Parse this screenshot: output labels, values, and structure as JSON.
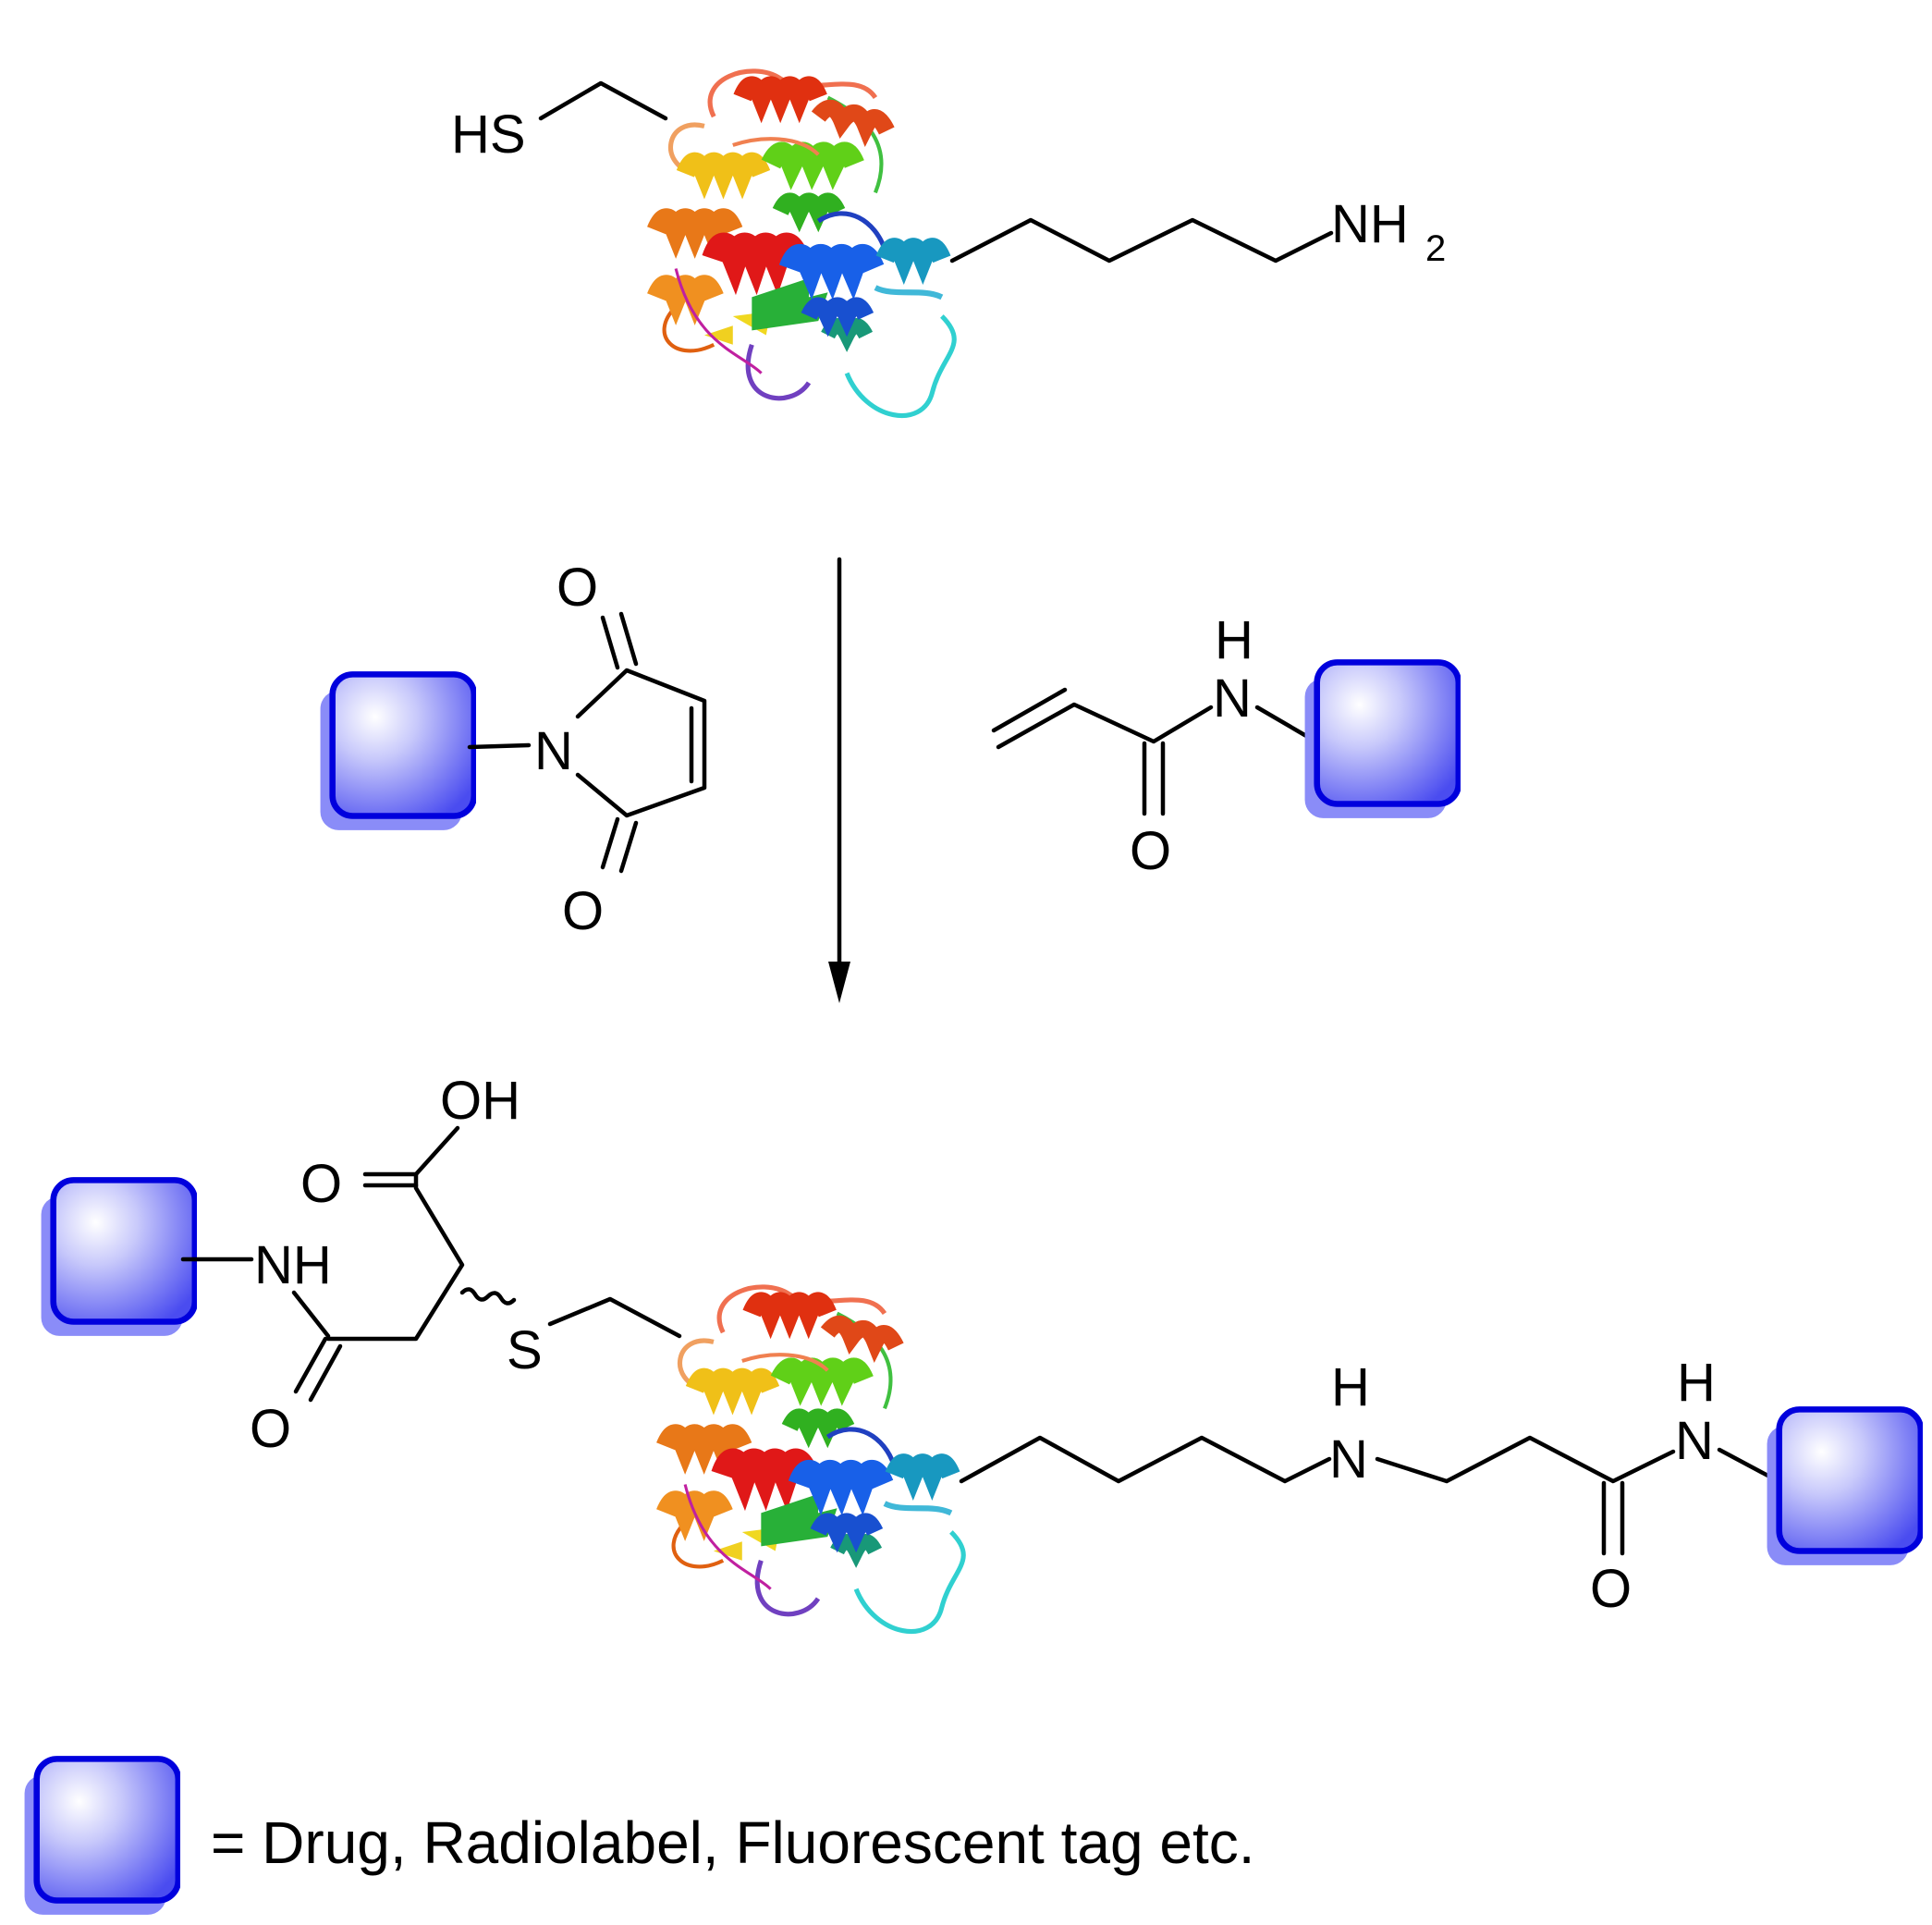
{
  "atoms": {
    "hs": "HS",
    "nh": "NH",
    "nh2_sub": "2",
    "n": "N",
    "o": "O",
    "h": "H",
    "oh": "OH",
    "s": "S"
  },
  "legend": {
    "text": "= Drug, Radiolabel, Fluorescent tag etc."
  },
  "colors": {
    "tag_fill": "#4a4cf0",
    "tag_edge": "#0000dd",
    "tag_shadow": "#8a8cf8",
    "helix_colors": [
      "#e03010",
      "#e86018",
      "#f08c18",
      "#f0c818",
      "#b8e018",
      "#30c018",
      "#18a870",
      "#20a8c8",
      "#1868e8",
      "#2030c0"
    ]
  }
}
